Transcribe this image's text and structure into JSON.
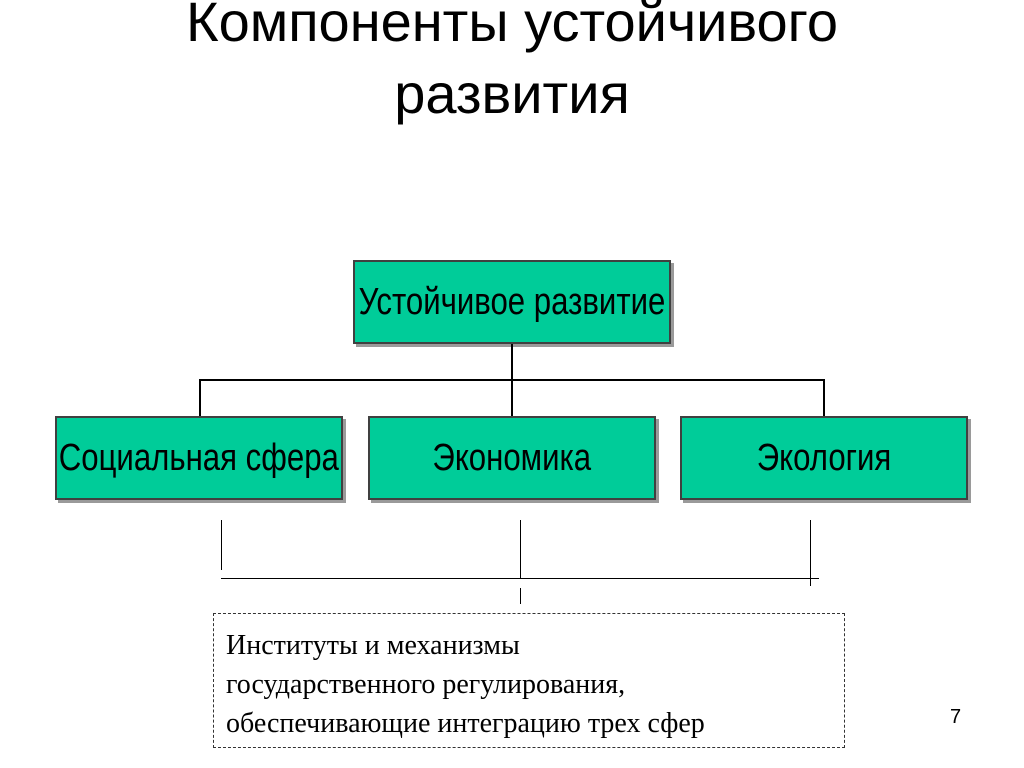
{
  "slide": {
    "title_line1": "Компоненты устойчивого",
    "title_line2": "развития",
    "root_box": "Устойчивое развитие",
    "children": [
      "Социальная сфера",
      "Экономика",
      "Экология"
    ],
    "note_lines": [
      "Институты и механизмы",
      "государственного регулирования,",
      "обеспечивающие интеграцию  трех сфер"
    ],
    "page_number": "7"
  },
  "colors": {
    "box_fill": "#00cc99",
    "box_border": "#404040",
    "background": "#ffffff"
  }
}
